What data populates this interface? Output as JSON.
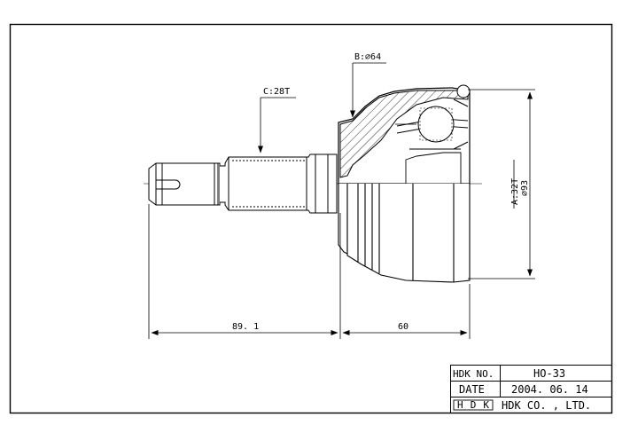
{
  "labels": {
    "b": "B:⌀64",
    "c": "C:28T",
    "a": "A:32T",
    "phi93": "⌀93",
    "dim_left": "89. 1",
    "dim_right": "60"
  },
  "title_block": {
    "no_label": "HDK NO.",
    "no_value": "HO-33",
    "date_label": "DATE",
    "date_value": "2004. 06. 14",
    "logo": "HDK",
    "company": "HDK CO. , LTD."
  }
}
